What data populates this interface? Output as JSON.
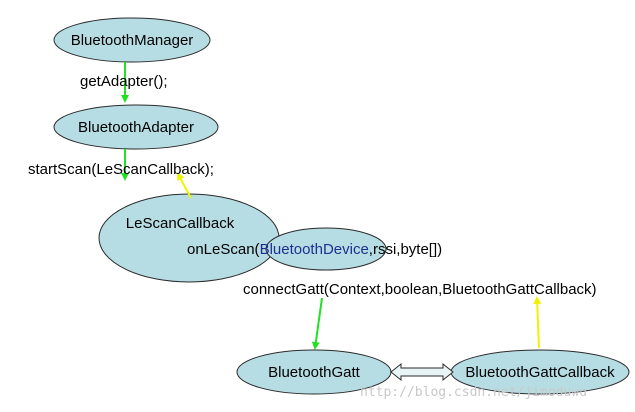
{
  "diagram": {
    "nodes": {
      "manager": "BluetoothManager",
      "adapter": "BluetoothAdapter",
      "scan_callback": "LeScanCallback",
      "device": "BluetoothDevice",
      "gatt": "BluetoothGatt",
      "gatt_callback": "BluetoothGattCallback"
    },
    "edges": {
      "get_adapter": "getAdapter();",
      "start_scan": "startScan(LeScanCallback);",
      "on_le_scan_prefix": "onLeScan(",
      "on_le_scan_suffix": ",rssi,byte[])",
      "connect_gatt": "connectGatt(Context,boolean,BluetoothGattCallback)"
    },
    "watermark": "http://blog.csdn.net/jimoduwu",
    "colors": {
      "node_fill": "#b7dde4",
      "node_stroke": "#2a2a2a",
      "call_arrow": "#22e022",
      "callback_arrow": "#f2f200",
      "link_fill": "#e8f4f6"
    }
  }
}
